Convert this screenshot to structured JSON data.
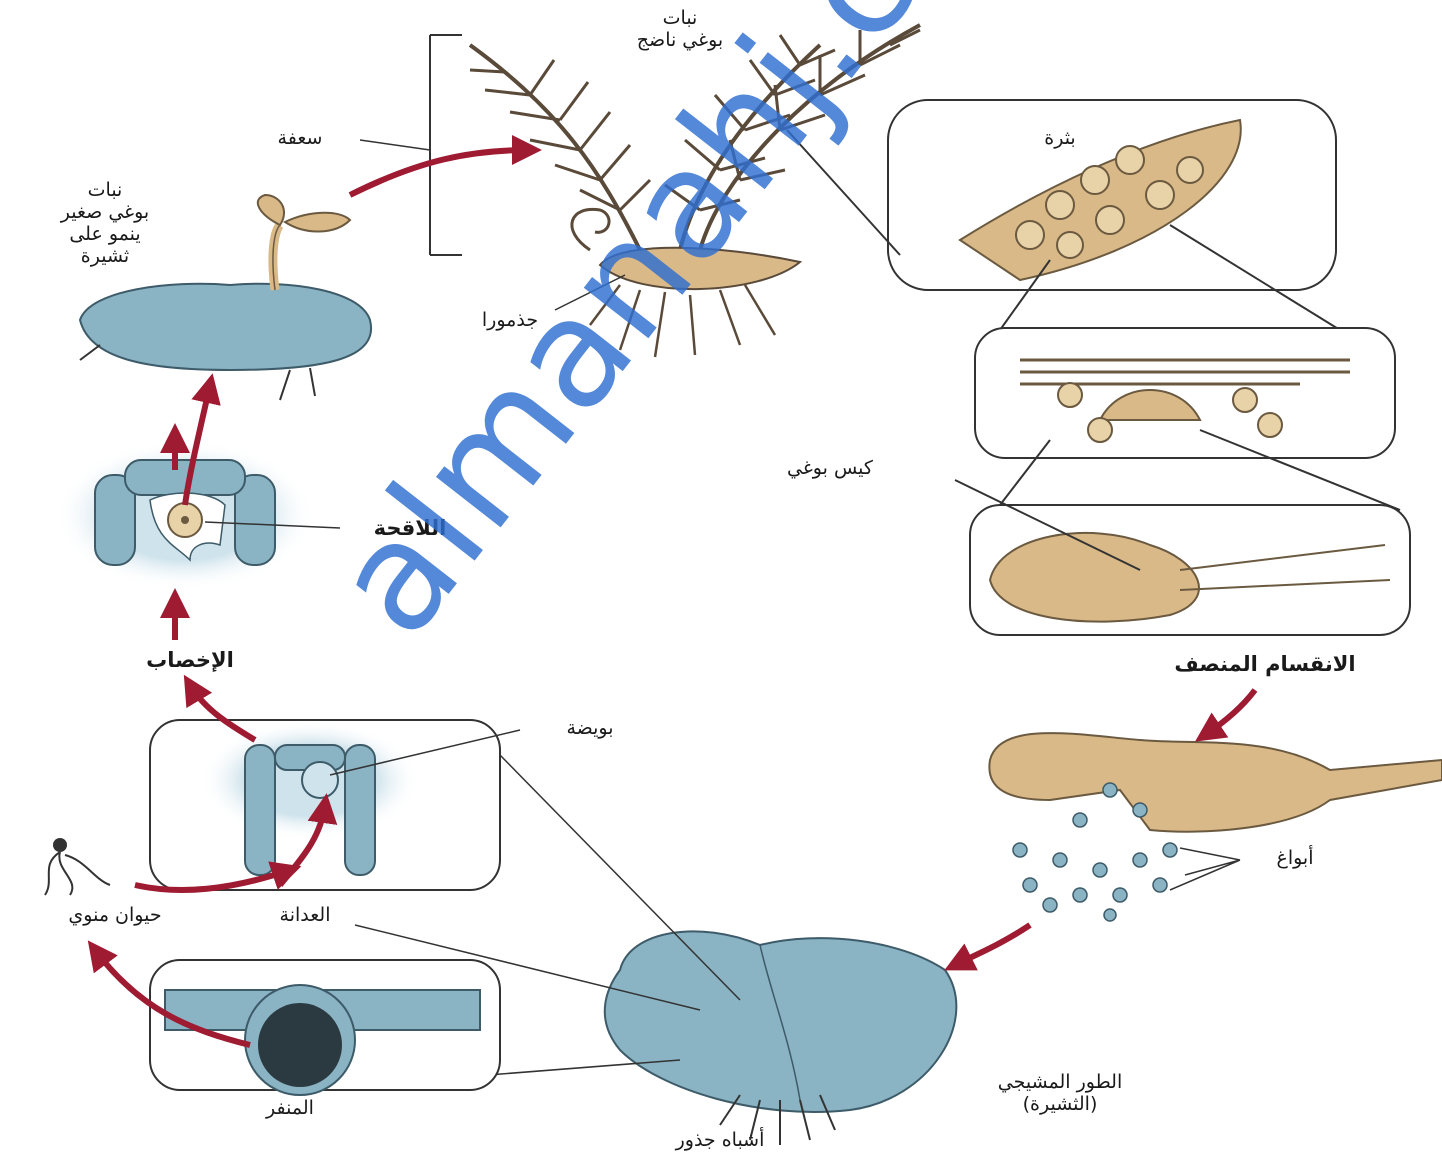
{
  "labels": {
    "mature_sporophyte": "نبات\nبوغي ناضج",
    "frond": "سعفة",
    "young_sporophyte": "نبات\nبوغي صغير\nينمو على\nثشيرة",
    "rhizome": "جذمورا",
    "epidermis": "بثرة",
    "sporangium": "كيس بوغي",
    "meiosis": "الانقسام المنصف",
    "zygote": "اللاقحة",
    "fertilization": "الإخصاب",
    "egg": "بويضة",
    "spores": "أبواغ",
    "archegonium": "العدانة",
    "sperm": "حيوان منوي",
    "antheridium": "المنفر",
    "gametophyte": "الطور المشيجي\n(الثشيرة)",
    "rhizoids": "أشباه جذور"
  },
  "watermark": "almanahj.com/a",
  "colors": {
    "arrow": "#9e1b32",
    "gametophyte_blue": "#8ab3c4",
    "sporophyte_tan": "#d9b988",
    "frond_dark": "#5a4a3a",
    "watermark": "#2f6fd1"
  }
}
